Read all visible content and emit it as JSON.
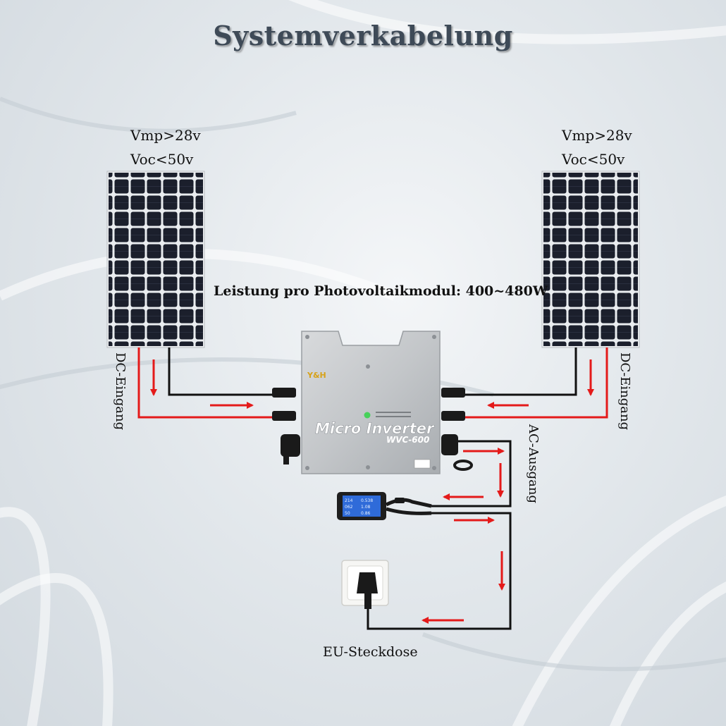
{
  "title": "Systemverkabelung",
  "panel_left": {
    "vmp": "Vmp>28v",
    "voc": "Voc<50v"
  },
  "panel_right": {
    "vmp": "Vmp>28v",
    "voc": "Voc<50v"
  },
  "power_label": "Leistung pro Photovoltaikmodul: 400~480W",
  "dc_input_left": "DC-Eingang",
  "dc_input_right": "DC-Eingang",
  "ac_output": "AC-Ausgang",
  "inverter": {
    "name": "Micro Inverter",
    "model": "WVC-600",
    "brand": "Y&H"
  },
  "socket_label": "EU-Steckdose",
  "meter_readings": [
    "214",
    "0.538",
    "062",
    "1.08",
    "50",
    "0.86"
  ],
  "colors": {
    "wire_positive": "#e41a1a",
    "wire_negative": "#111111",
    "arrow": "#e41a1a",
    "panel_cell": "#1b1f2c"
  }
}
